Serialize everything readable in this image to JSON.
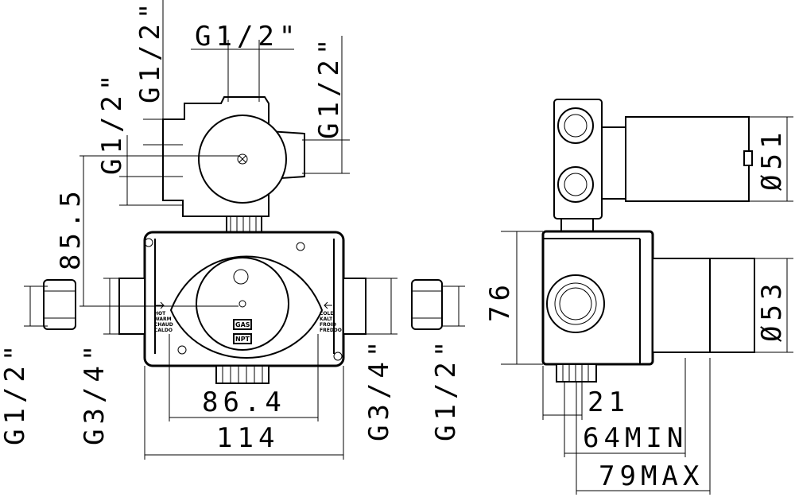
{
  "dimensions": {
    "top_thread": "G1/2\"",
    "upper_left_thread": "G1/2\"",
    "left_thread": "G1/2\"",
    "right_thread": "G1/2\"",
    "height_85": "85.5",
    "outer_left_thread": "G1/2\"",
    "inlet_left_thread": "G3/4\"",
    "inlet_right_thread": "G3/4\"",
    "outer_right_thread": "G1/2\"",
    "width_86": "86.4",
    "width_114": "114",
    "height_76": "76",
    "dia_51": "Ø51",
    "dia_53": "Ø53",
    "depth_21": "21",
    "depth_min": "64MIN",
    "depth_max": "79MAX"
  },
  "labels": {
    "hot": [
      "HOT",
      "WARM",
      "CHAUD",
      "CALDO"
    ],
    "cold": [
      "COLD",
      "KALT",
      "FROID",
      "FREDDO"
    ],
    "gas": "GAS",
    "npt": "NPT"
  }
}
